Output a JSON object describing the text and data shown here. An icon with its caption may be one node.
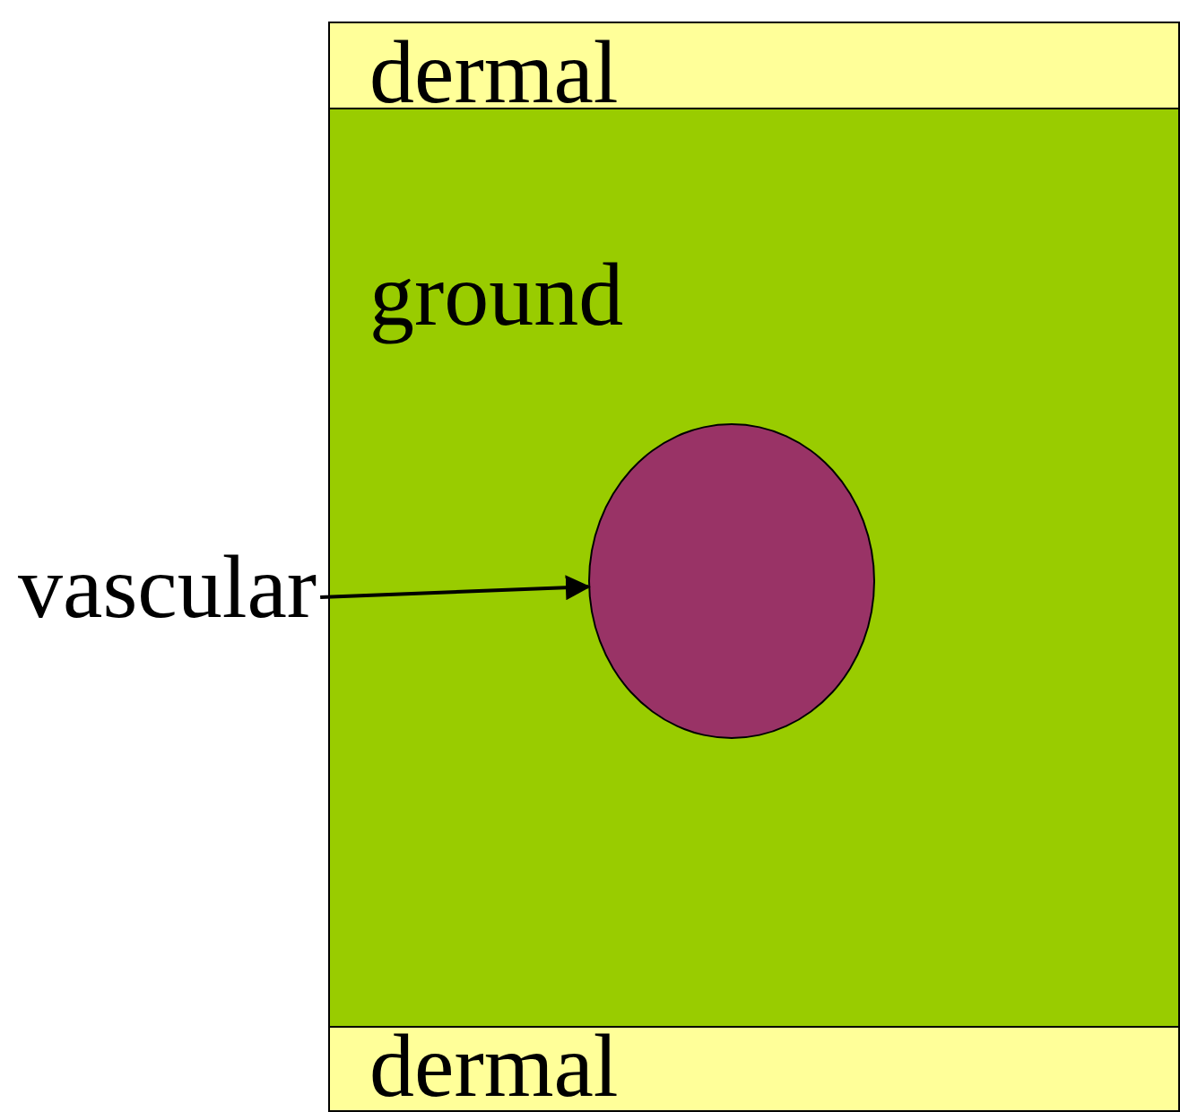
{
  "diagram": {
    "nodes": [
      {
        "text": [
          "dermal"
        ]
      },
      {
        "text": [
          "ground"
        ]
      },
      {
        "text": [],
        "shape": "circle",
        "in": 1
      },
      {
        "text": [
          "dermal"
        ]
      },
      {
        "text": [
          "vascular"
        ]
      }
    ],
    "edges": [
      {
        "from": 4,
        "to": 2,
        "arrow": "to"
      }
    ]
  }
}
